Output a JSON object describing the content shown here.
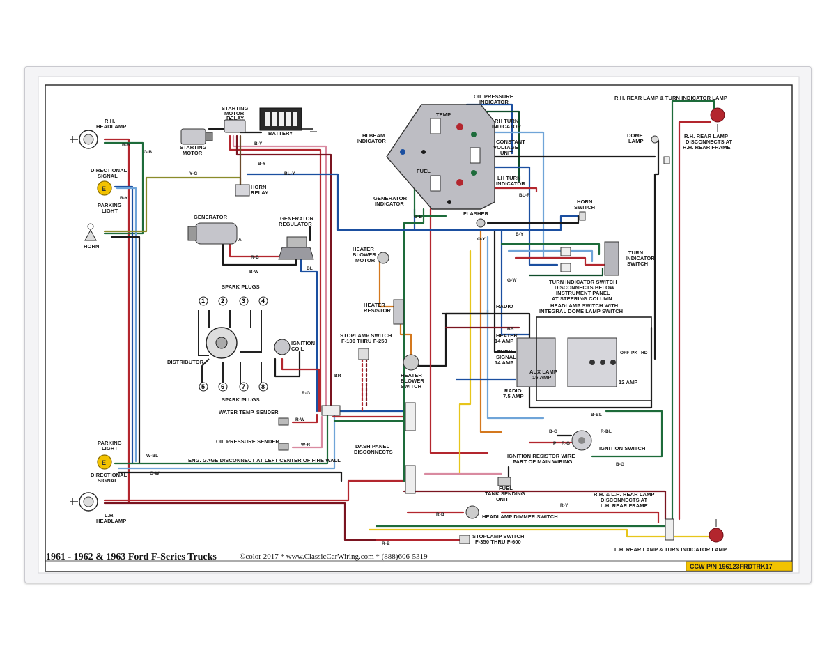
{
  "footer": {
    "title": "1961 - 1962 & 1963 Ford F-Series Trucks",
    "credits": "©color 2017 * www.ClassicCarWiring.com * (888)606-5319",
    "part_number": "CCW P/N 196123FRDTRK17"
  },
  "components": {
    "rh_headlamp": [
      "R.H.",
      "HEADLAMP"
    ],
    "lh_headlamp": [
      "L.H.",
      "HEADLAMP"
    ],
    "front_directional_top": [
      "DIRECTIONAL",
      "SIGNAL"
    ],
    "front_parking_top": [
      "PARKING",
      "LIGHT"
    ],
    "front_parking_bottom": [
      "PARKING",
      "LIGHT"
    ],
    "front_directional_bottom": [
      "DIRECTIONAL",
      "SIGNAL"
    ],
    "horn": "HORN",
    "starting_motor": [
      "STARTING",
      "MOTOR"
    ],
    "starting_motor_relay": [
      "STARTING",
      "MOTOR",
      "RELAY"
    ],
    "battery": "BATTERY",
    "horn_relay": [
      "HORN",
      "RELAY"
    ],
    "generator": "GENERATOR",
    "generator_regulator": [
      "GENERATOR",
      "REGULATOR"
    ],
    "spark_plugs_top": "SPARK PLUGS",
    "spark_plugs_bottom": "SPARK PLUGS",
    "distributor": "DISTRIBUTOR",
    "ignition_coil": [
      "IGNITION",
      "COIL"
    ],
    "water_temp_sender": "WATER TEMP. SENDER",
    "oil_pressure_sender": "OIL PRESSURE SENDER",
    "eng_gage_disconnect": "ENG. GAGE DISCONNECT AT LEFT CENTER OF FIRE WALL",
    "heater_blower_motor": [
      "HEATER",
      "BLOWER",
      "MOTOR"
    ],
    "heater_resistor": [
      "HEATER",
      "RESISTOR"
    ],
    "heater_blower_switch": [
      "HEATER",
      "BLOWER",
      "SWITCH"
    ],
    "stoplamp_switch_f100": [
      "STOPLAMP SWITCH",
      "F-100 THRU F-250"
    ],
    "stoplamp_switch_f350": [
      "STOPLAMP SWITCH",
      "F-350 THRU F-600"
    ],
    "dash_panel_disconnects": [
      "DASH PANEL",
      "DISCONNECTS"
    ],
    "oil_pressure_indicator": [
      "OIL PRESSURE",
      "INDICATOR"
    ],
    "hi_beam_indicator": [
      "HI BEAM",
      "INDICATOR"
    ],
    "temp": "TEMP",
    "fuel": "FUEL",
    "rh_turn_indicator": [
      "RH TURN",
      "INDICATOR"
    ],
    "constant_voltage_unit": [
      "CONSTANT",
      "VOLTAGE",
      "UNIT"
    ],
    "lh_turn_indicator": [
      "LH TURN",
      "INDICATOR"
    ],
    "generator_indicator": [
      "GENERATOR",
      "INDICATOR"
    ],
    "flasher": "FLASHER",
    "horn_switch": [
      "HORN",
      "SWITCH"
    ],
    "turn_indicator_switch": [
      "TURN",
      "INDICATOR",
      "SWITCH"
    ],
    "turn_switch_disconnect_note": [
      "TURN INDICATOR SWITCH",
      "DISCONNECTS BELOW",
      "INSTRUMENT PANEL",
      "AT STEERING COLUMN"
    ],
    "headlamp_switch": [
      "HEADLAMP SWITCH WITH",
      "INTEGRAL DOME LAMP SWITCH"
    ],
    "radio": "RADIO",
    "heater_fuse": [
      "HEATER",
      "14 AMP"
    ],
    "turn_signal_fuse": [
      "TURN",
      "SIGNAL",
      "14 AMP"
    ],
    "aux_lamp_fuse": [
      "AUX LAMP",
      "15 AMP"
    ],
    "radio_fuse": [
      "RADIO",
      "7.5 AMP"
    ],
    "amp_12": "12 AMP",
    "off_pk_hd": [
      "OFF",
      "PK",
      "HD"
    ],
    "ignition_switch": "IGNITION SWITCH",
    "ignition_resistor_note": [
      "IGNITION RESISTOR WIRE",
      "PART OF MAIN WIRING"
    ],
    "fuel_tank_sending_unit": [
      "FUEL",
      "TANK SENDING",
      "UNIT"
    ],
    "headlamp_dimmer_switch": "HEADLAMP DIMMER SWITCH",
    "rh_rear_lamp_turn": "R.H. REAR LAMP & TURN INDICATOR LAMP",
    "dome_lamp": [
      "DOME",
      "LAMP"
    ],
    "rh_rear_lamp_disconnect": [
      "R.H. REAR LAMP",
      "DISCONNECTS AT",
      "R.H. REAR FRAME"
    ],
    "rh_lh_rear_disconnect": [
      "R.H. & L.H. REAR LAMP",
      "DISCONNECTS AT",
      "L.H. REAR FRAME"
    ],
    "lh_rear_lamp_turn": "L.H. REAR LAMP & TURN INDICATOR LAMP"
  },
  "wire_codes": {
    "rb_head": "R-B",
    "gb": "G-B",
    "by_dir": "B-Y",
    "yg": "Y-G",
    "by1": "B-Y",
    "by2": "B-Y",
    "bly": "BL-Y",
    "rb_gen": "R-B",
    "bw": "B-W",
    "bl": "BL",
    "a": "A",
    "rg": "R-G",
    "br": "BR",
    "rw": "R-W",
    "wr": "W-R",
    "wbl": "W-BL",
    "gw_left": "G-W",
    "gb_gauge": "G-B",
    "oy": "O-Y",
    "by_flasher": "B-Y",
    "gw_mid": "G-W",
    "blr": "BL-R",
    "bb": "BB",
    "bbl": "B-BL",
    "rbl": "R-BL",
    "bg1": "B-G",
    "bg2": "B-G",
    "p": "P",
    "rg_ign": "R-G",
    "ry": "R-Y",
    "rb_dimmer": "R-B",
    "rb_stop": "R-B"
  },
  "colors": {
    "red": "#b3262e",
    "dark_red": "#7a1420",
    "green": "#1d6b3a",
    "dark_green": "#0f4d2a",
    "blue": "#1b4fa0",
    "light_blue": "#6fa4d8",
    "yellow": "#e7c51b",
    "black": "#1a1a1a",
    "orange": "#d4781e",
    "brown": "#6b4a2b",
    "pink": "#d98aa0",
    "olive": "#8a8b2a",
    "gauge_gray": "#b7b7bd",
    "badge_yellow": "#f2c200"
  }
}
